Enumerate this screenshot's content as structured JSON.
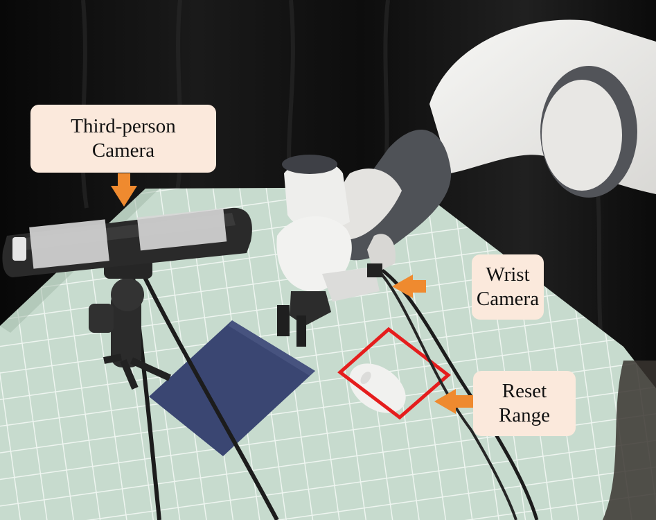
{
  "labels": {
    "third_person_camera": {
      "line1": "Third-person",
      "line2": "Camera"
    },
    "wrist_camera": {
      "line1": "Wrist",
      "line2": "Camera"
    },
    "reset_range": {
      "line1": "Reset",
      "line2": "Range"
    }
  },
  "colors": {
    "label_background": "#fbe9dc",
    "arrow": "#ef8a2f",
    "reset_range_box": "#e51d1d",
    "backdrop": "#0c0c0c",
    "mat": "#c9dccf",
    "mousepad": "#3a4672",
    "robot_white": "#ecebe8",
    "robot_gray": "#505358"
  }
}
